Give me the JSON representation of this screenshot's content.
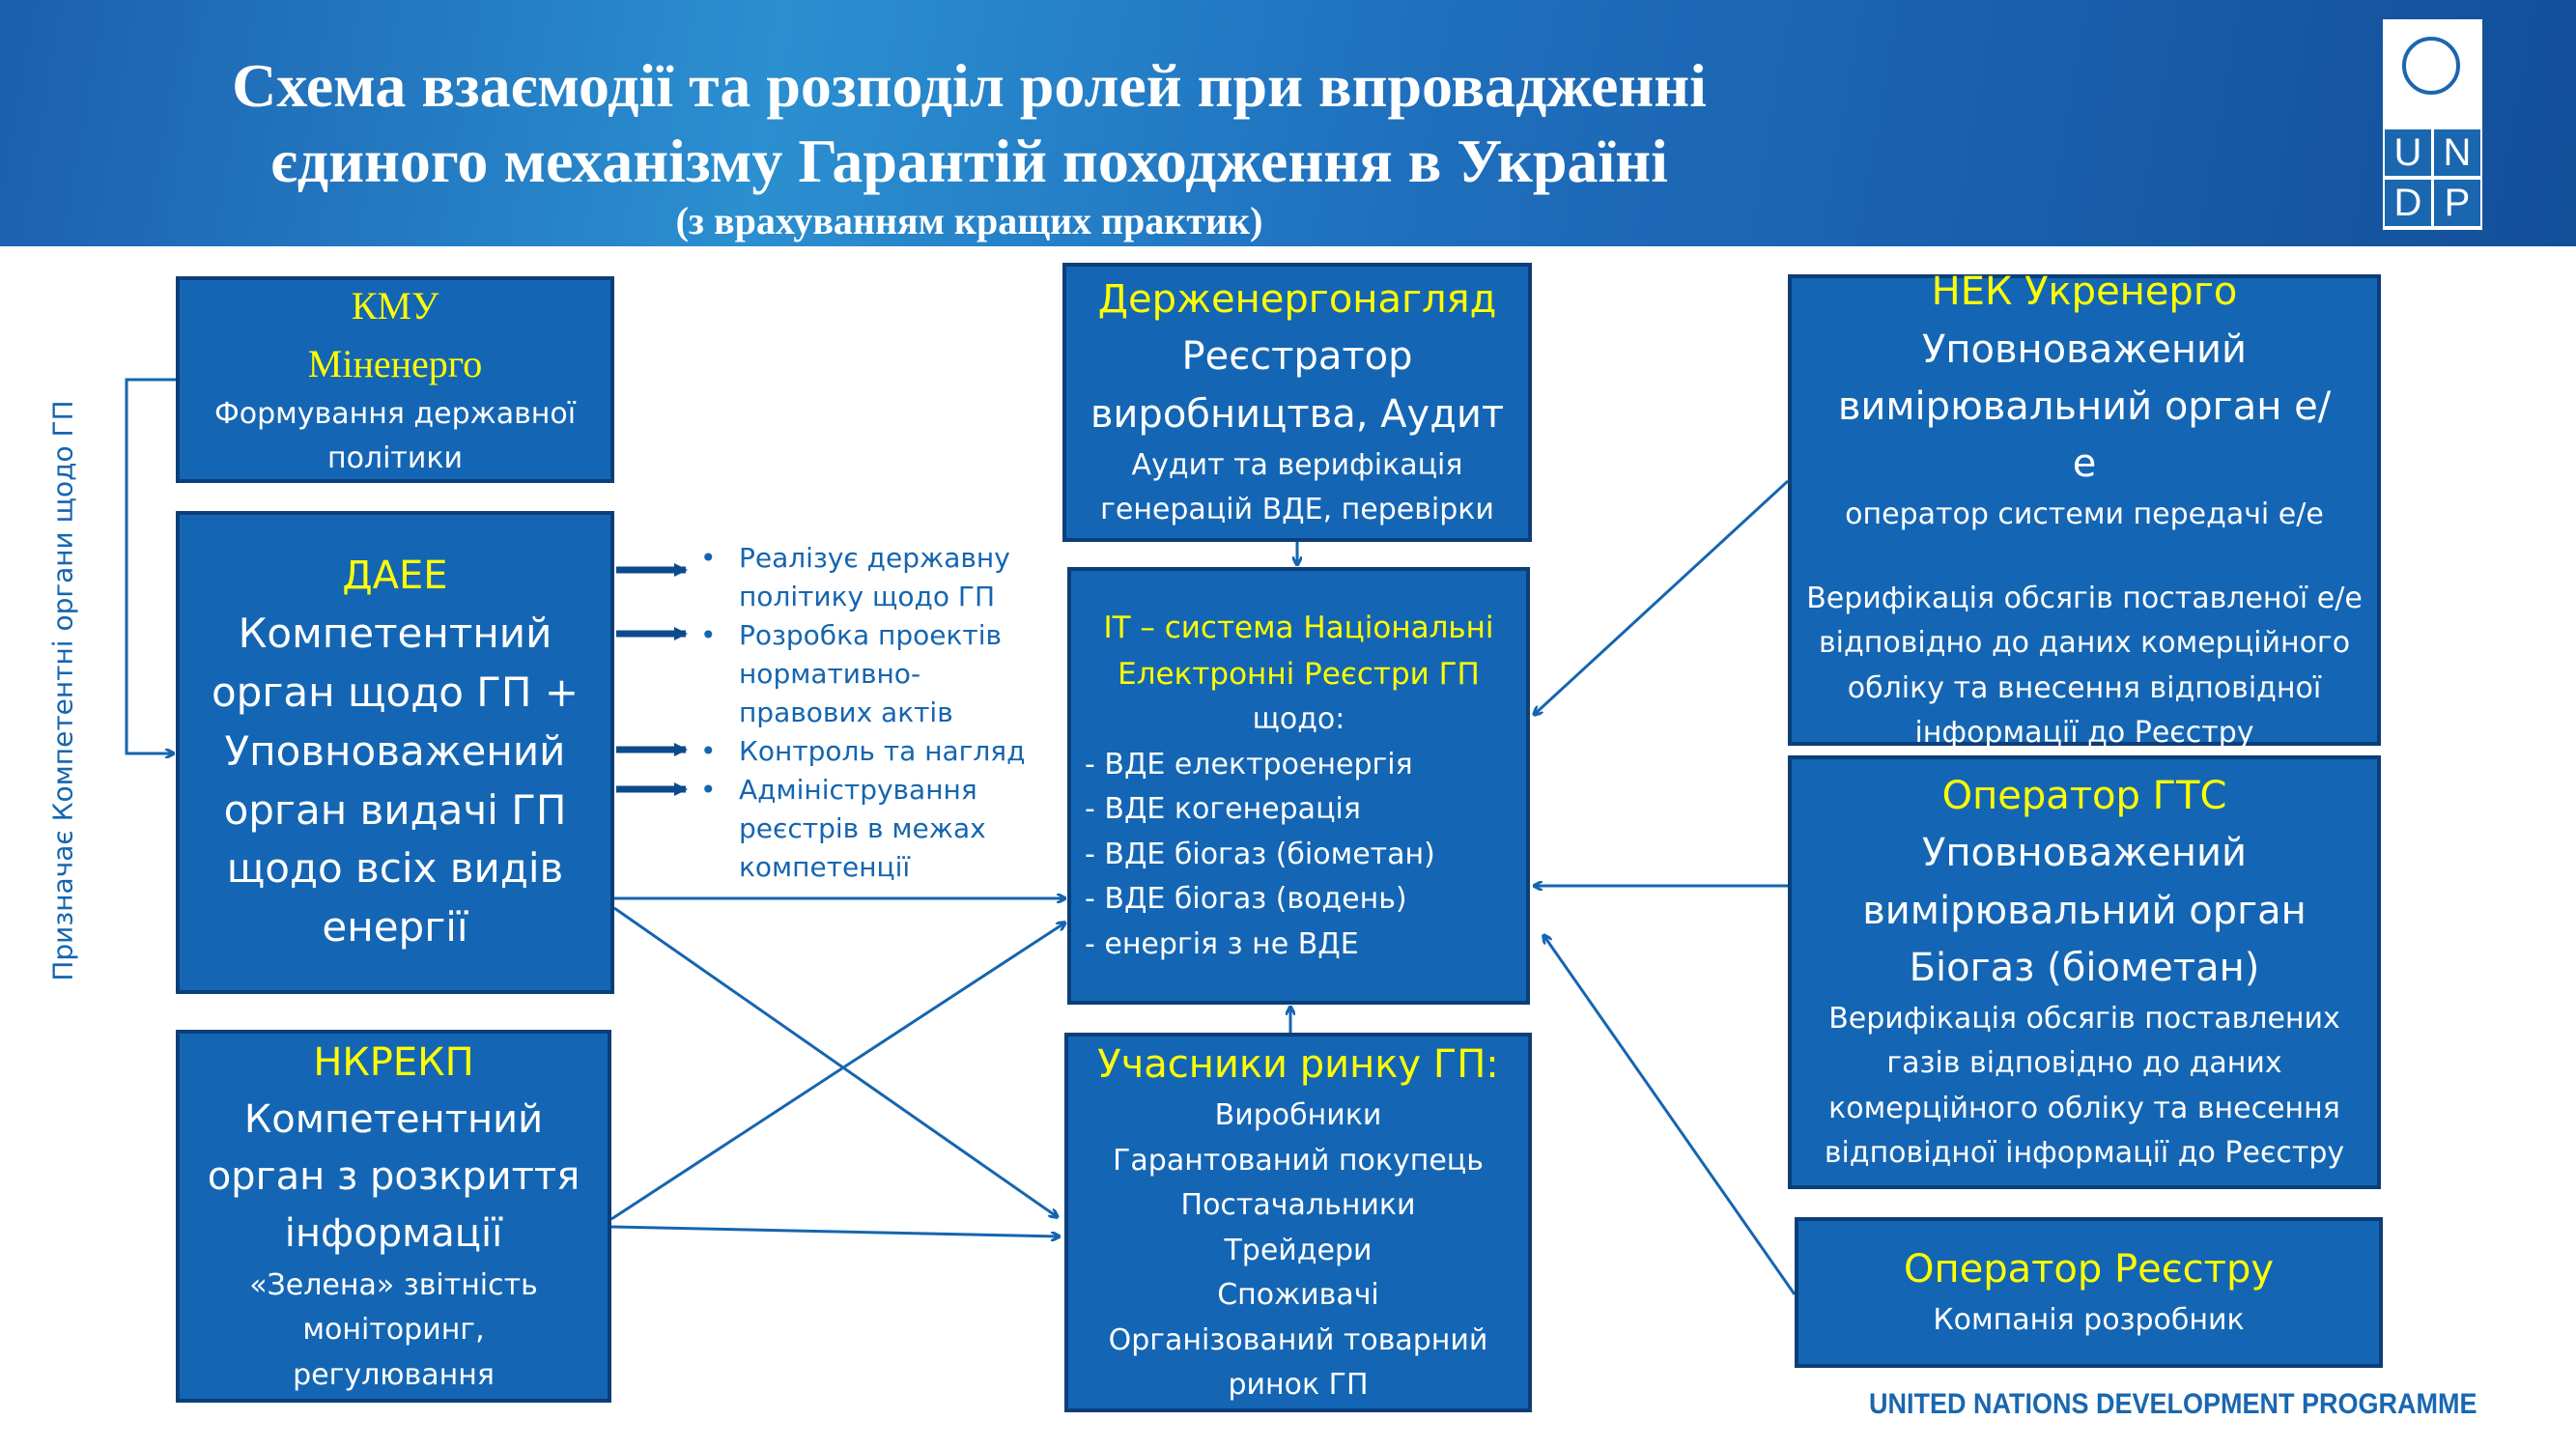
{
  "header": {
    "title_line1": "Схема взаємодії та розподіл ролей при впровадженні",
    "title_line2": "єдиного механізму Гарантій походження в Україні",
    "subtitle": "(з врахуванням кращих практик)"
  },
  "logo": {
    "letters": [
      "U",
      "N",
      "D",
      "P"
    ]
  },
  "side_label": "Призначає Компетентні органи щодо ГП",
  "kmu": {
    "title": "КМУ",
    "subtitle": "Міненерго",
    "desc": "Формування державної політики"
  },
  "daee": {
    "title": "ДАЕЕ",
    "desc": "Компетентний орган щодо ГП + Уповноважений орган видачі ГП щодо всіх видів енергії"
  },
  "bullets": [
    "Реалізує державну політику щодо ГП",
    "Розробка проектів нормативно-правових актів",
    "Контроль та нагляд",
    "Адміністрування реєстрів в межах компетенції"
  ],
  "nkrekp": {
    "title": "НКРЕКП",
    "desc": "Компетентний орган з розкриття інформації",
    "note": "«Зелена» звітність моніторинг, регулювання"
  },
  "derzh": {
    "title": "Держенергонагляд",
    "role": "Реєстратор виробництва, Аудит",
    "desc": "Аудит та верифікація генерацій ВДЕ, перевірки"
  },
  "it": {
    "title": "IT – система Національні Електронні Реєстри ГП",
    "sub": "щодо:",
    "items": [
      "- ВДЕ електроенергія",
      "- ВДЕ когенерація",
      "- ВДЕ біогаз (біометан)",
      "- ВДЕ біогаз (водень)",
      "- енергія з не ВДЕ"
    ]
  },
  "market": {
    "title": "Учасники ринку ГП:",
    "items": [
      "Виробники",
      "Гарантований покупець",
      "Постачальники",
      "Трейдери",
      "Споживачі",
      "Організований товарний ринок ГП"
    ]
  },
  "nek": {
    "title": "НЕК Укренерго",
    "role": "Уповноважений вимірювальний орган е/е",
    "sub": "оператор системи передачі е/е",
    "desc": "Верифікація обсягів поставленої е/е відповідно до даних комерційного обліку та внесення відповідної інформації до Реєстру"
  },
  "gts": {
    "title": "Оператор ГТС",
    "role": "Уповноважений вимірювальний орган Біогаз (біометан)",
    "desc": "Верифікація обсягів поставлених газів відповідно до даних комерційного обліку та внесення відповідної інформації до Реєстру"
  },
  "registry": {
    "title": "Оператор Реєстру",
    "desc": "Компанія розробник"
  },
  "footer": "UNITED NATIONS DEVELOPMENT PROGRAMME"
}
